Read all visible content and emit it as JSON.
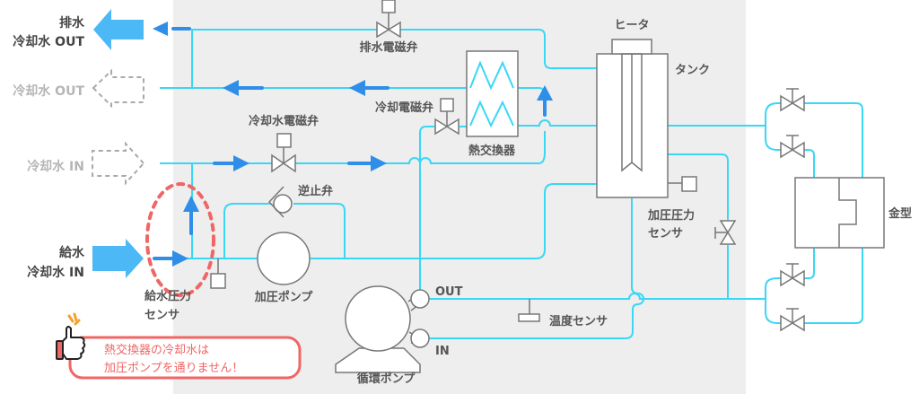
{
  "colors": {
    "pipe": "#3ad7f5",
    "flow_arrow": "#2f8ee8",
    "big_arrow": "#4cb8f5",
    "inactive_arrow": "#a9a9a9",
    "highlight": "#f06565",
    "panel": "#eeeeee",
    "thumb_accent": "#f5a030"
  },
  "left_labels": {
    "drain_out_line1": "排水",
    "drain_out_line2": "冷却水 OUT",
    "cooling_out": "冷却水 OUT",
    "cooling_in": "冷却水 IN",
    "supply_in_line1": "給水",
    "supply_in_line2": "冷却水 IN"
  },
  "components": {
    "drain_solenoid": "排水電磁弁",
    "cooling_solenoid": "冷却電磁弁",
    "cooling_water_solenoid": "冷却水電磁弁",
    "heat_exchanger": "熱交換器",
    "check_valve": "逆止弁",
    "booster_pump": "加圧ポンプ",
    "supply_pressure_sensor_line1": "給水圧力",
    "supply_pressure_sensor_line2": "センサ",
    "circulation_pump": "循環ポンプ",
    "pump_out": "OUT",
    "pump_in": "IN",
    "temperature_sensor": "温度センサ",
    "heater": "ヒータ",
    "tank": "タンク",
    "pressure_sensor_line1": "加圧圧力",
    "pressure_sensor_line2": "センサ",
    "mold": "金型"
  },
  "note": {
    "line1": "熱交換器の冷却水は",
    "line2": "加圧ポンプを通りません！",
    "icon": "thumbs-up-icon"
  }
}
